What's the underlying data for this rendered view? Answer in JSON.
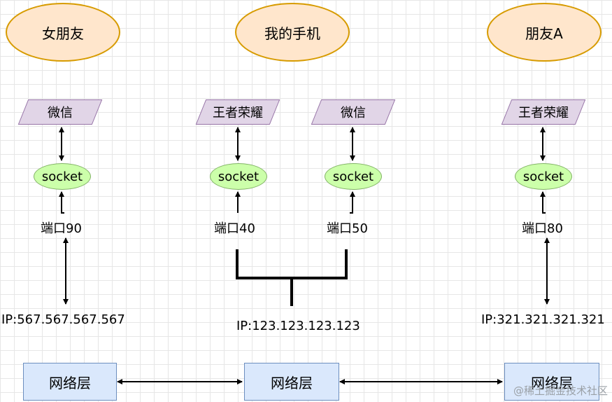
{
  "devices": {
    "left": "女朋友",
    "middle": "我的手机",
    "right": "朋友A"
  },
  "apps": {
    "left": "微信",
    "middle_a": "王者荣耀",
    "middle_b": "微信",
    "right": "王者荣耀"
  },
  "socket_label": "socket",
  "ports": {
    "left": "端口90",
    "middle_a": "端口40",
    "middle_b": "端口50",
    "right": "端口80"
  },
  "ips": {
    "left": "IP:567.567.567.567",
    "middle": "IP:123.123.123.123",
    "right": "IP:321.321.321.321"
  },
  "network_label": "网络层",
  "watermark": "@稀土掘金技术社区",
  "colors": {
    "device_fill": "#ffe6cc",
    "device_border": "#d79b00",
    "app_fill": "#e1d5e7",
    "app_border": "#9673a6",
    "socket_fill": "#ccffaa",
    "socket_border": "#82b366",
    "network_fill": "#dae8fc",
    "network_border": "#6c8ebf"
  }
}
